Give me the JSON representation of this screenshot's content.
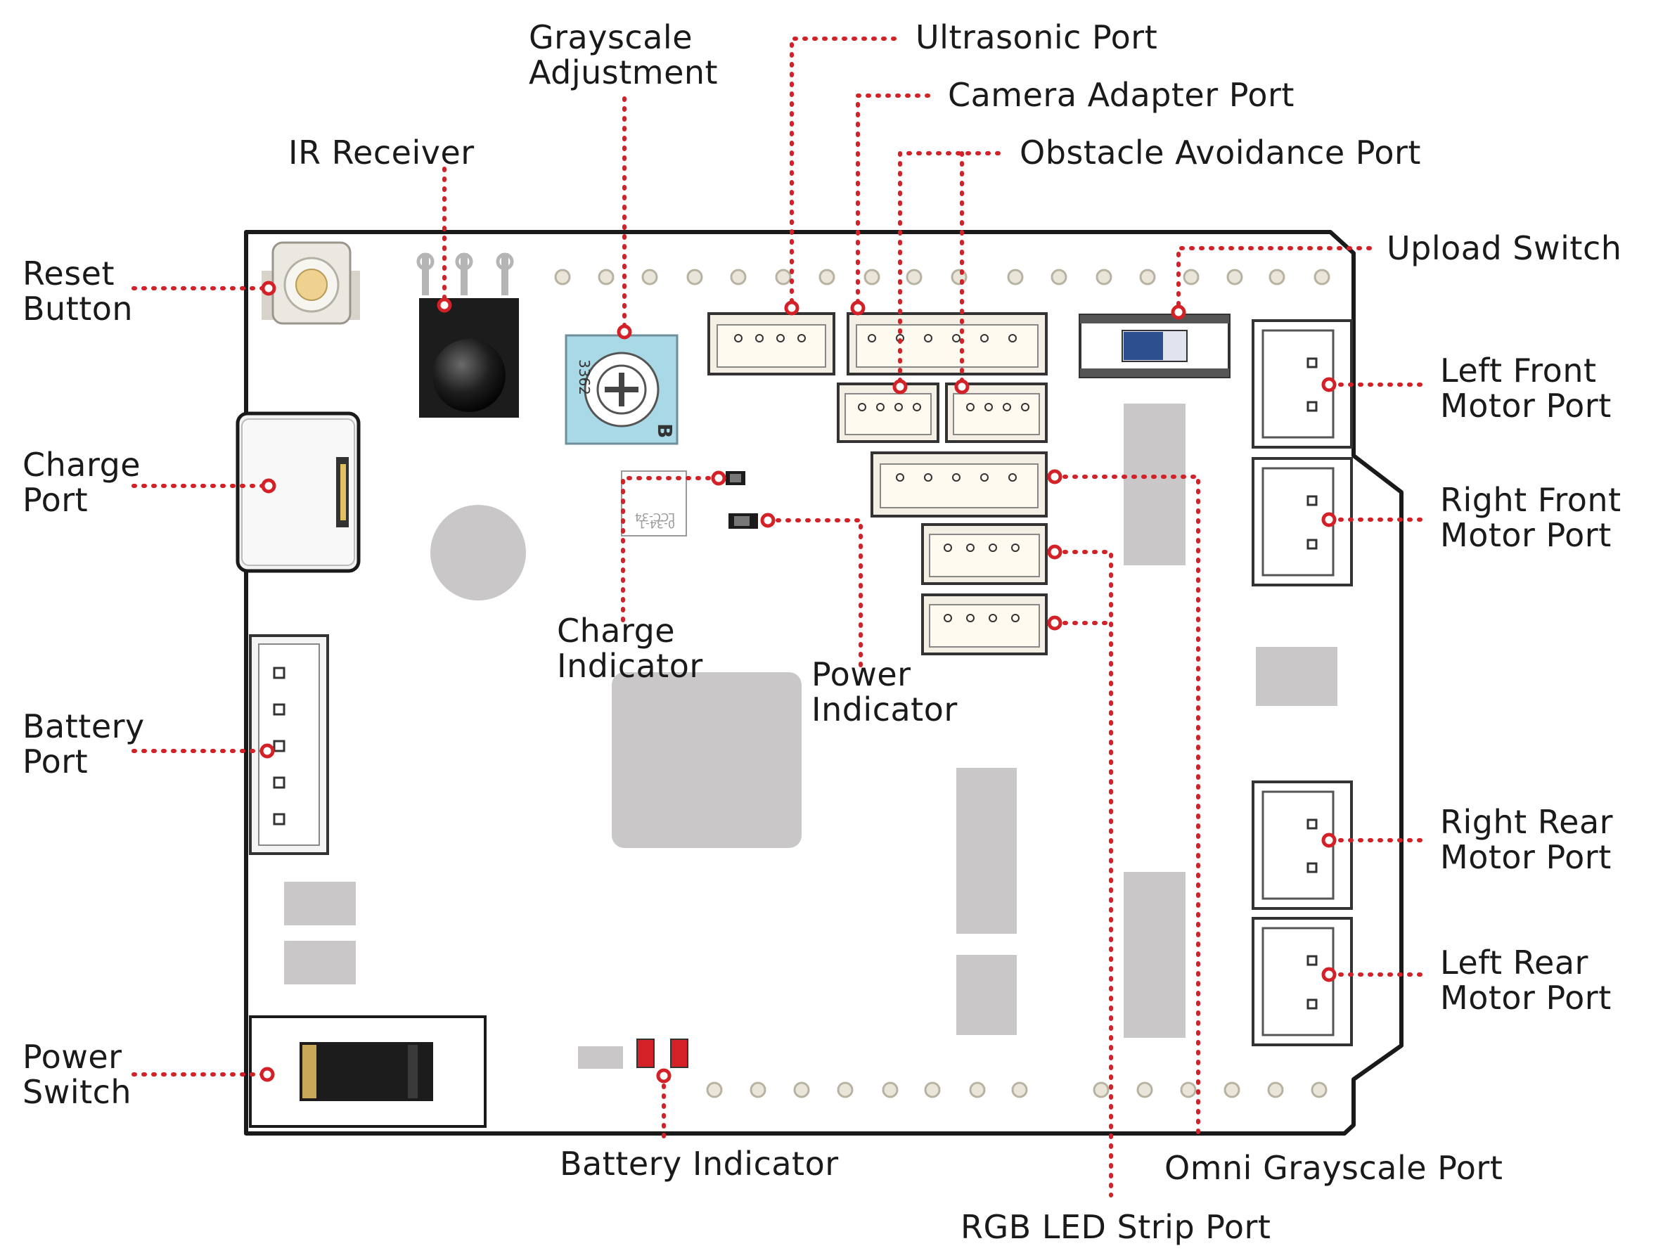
{
  "colors": {
    "leader": "#d42027",
    "board_outline": "#1a1a1a",
    "pcb_fill": "#ffffff",
    "component_gray": "#c9c7c7",
    "header_fill": "#f4efe4",
    "potentiometer": "#a9d8e6",
    "switch_blue": "#2c4f8f"
  },
  "labels": {
    "reset_button": [
      "Reset",
      "Button"
    ],
    "ir_receiver": [
      "IR Receiver"
    ],
    "grayscale_adjustment": [
      "Grayscale",
      "Adjustment"
    ],
    "ultrasonic_port": [
      "Ultrasonic Port"
    ],
    "camera_adapter_port": [
      "Camera Adapter Port"
    ],
    "obstacle_avoidance_port": [
      "Obstacle Avoidance Port"
    ],
    "upload_switch": [
      "Upload Switch"
    ],
    "charge_port": [
      "Charge",
      "Port"
    ],
    "left_front_motor_port": [
      "Left Front",
      "Motor Port"
    ],
    "right_front_motor_port": [
      "Right Front",
      "Motor Port"
    ],
    "charge_indicator": [
      "Charge",
      "Indicator"
    ],
    "power_indicator": [
      "Power",
      "Indicator"
    ],
    "battery_port": [
      "Battery",
      "Port"
    ],
    "right_rear_motor_port": [
      "Right Rear",
      "Motor Port"
    ],
    "left_rear_motor_port": [
      "Left Rear",
      "Motor Port"
    ],
    "power_switch": [
      "Power",
      "Switch"
    ],
    "battery_indicator": [
      "Battery Indicator"
    ],
    "omni_grayscale_port": [
      "Omni Grayscale Port"
    ],
    "rgb_led_strip_port": [
      "RGB LED Strip Port"
    ]
  },
  "chip_markings": {
    "potentiometer_code": "3362",
    "potentiometer_letter": "B",
    "crystal_code_1": "LCC-34",
    "crystal_code_2": "0-34-1"
  }
}
